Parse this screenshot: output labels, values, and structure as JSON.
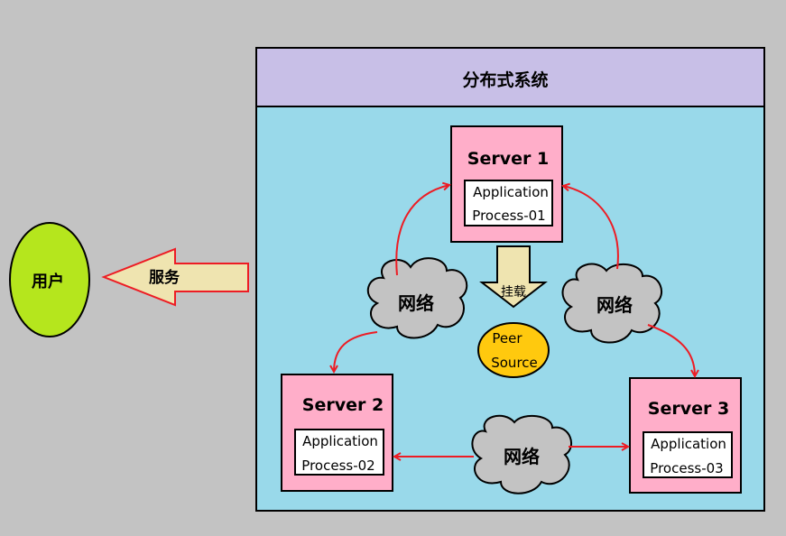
{
  "system": {
    "title": "分布式系统"
  },
  "user": {
    "label": "用户"
  },
  "service_arrow": {
    "label": "服务"
  },
  "servers": [
    {
      "title": "Server 1",
      "app_line1": "Application",
      "app_line2": "Process-01"
    },
    {
      "title": "Server 2",
      "app_line1": "Application",
      "app_line2": "Process-02"
    },
    {
      "title": "Server 3",
      "app_line1": "Application",
      "app_line2": "Process-03"
    }
  ],
  "networks": [
    {
      "label": "网络"
    },
    {
      "label": "网络"
    },
    {
      "label": "网络"
    }
  ],
  "mount_arrow": {
    "label": "挂载"
  },
  "peer_source": {
    "line1": "Peer",
    "line2": "Source"
  },
  "colors": {
    "background": "#c3c3c3",
    "system_body": "#99d9ea",
    "system_header": "#c8bfe7",
    "server_fill": "#ffaec9",
    "user_fill": "#b5e61d",
    "cloud_fill": "#c3c3c3",
    "peer_fill": "#ffc90e",
    "service_arrow_fill": "#efe4b0",
    "service_arrow_stroke": "#ed1c24",
    "mount_arrow_fill": "#efe4b0",
    "connector": "#ed1c24"
  }
}
